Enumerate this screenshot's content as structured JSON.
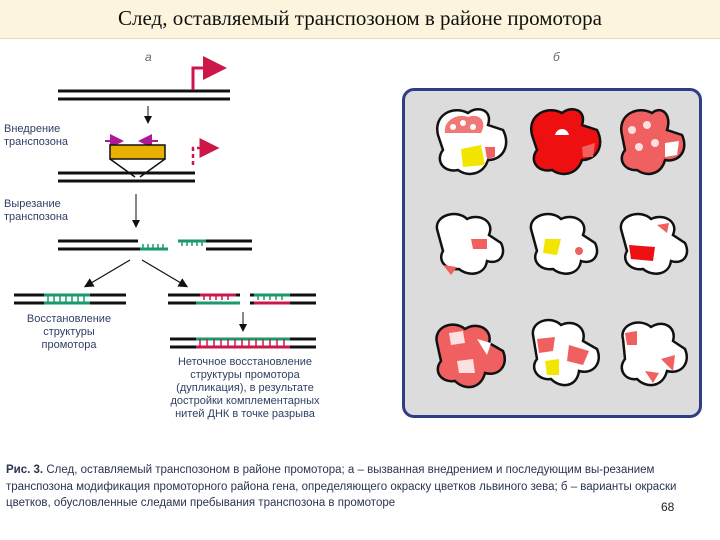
{
  "title": "След, оставляемый транспозоном в районе промотора",
  "panel_a_letter": "а",
  "panel_b_letter": "б",
  "labels": {
    "insertion": [
      "Внедрение",
      "транспозона"
    ],
    "excision": [
      "Вырезание",
      "транспозона"
    ],
    "restoration": [
      "Восстановление",
      "структуры",
      "промотора"
    ],
    "inexact": [
      "Неточное восстановление",
      "структуры промотора",
      "(дупликация), в результате",
      "достройки комплементарных",
      "нитей ДНК в точке разрыва"
    ]
  },
  "caption": {
    "fig_label": "Рис. 3.",
    "text": " След, оставляемый транспозоном в районе промотора; а – вызванная внедрением и последующим вы-резанием транспозона модификация промоторного района гена, определяющего окраску цветков львиного зева; б – варианты окраски цветков, обусловленные следами пребывания транспозона в промоторе"
  },
  "page_number": "68",
  "colors": {
    "dna": "#111111",
    "gene_arrow": "#cc1848",
    "transposon": "#e8b000",
    "insertion_arrows": "#b0189a",
    "footprint_green": "#1a9a6a",
    "footprint_red": "#cc1848",
    "flower_red": "#f04040",
    "flower_yellow": "#f2e600",
    "panel_border": "#2f3c86"
  }
}
